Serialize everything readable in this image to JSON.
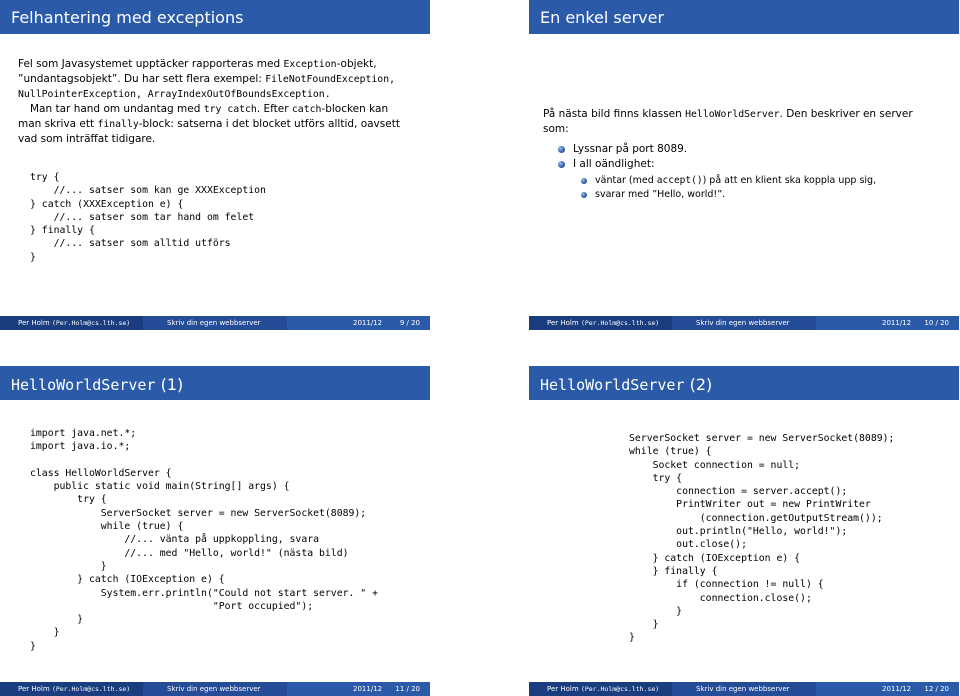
{
  "slide1": {
    "title": "Felhantering med exceptions",
    "para1": [
      {
        "t": "Fel som Javasystemet upptäcker rapporteras med ",
        "m": false
      },
      {
        "t": "Exception",
        "m": true
      },
      {
        "t": "-objekt,",
        "m": false
      }
    ],
    "para2": [
      {
        "t": "”undantagsobjekt”. Du har sett flera exempel: ",
        "m": false
      },
      {
        "t": "FileNotFoundException,",
        "m": true
      }
    ],
    "para3": "NullPointerException, ArrayIndexOutOfBoundsException.",
    "para4": [
      {
        "t": "Man tar hand om undantag med ",
        "m": false
      },
      {
        "t": "try catch",
        "m": true
      },
      {
        "t": ". Efter ",
        "m": false
      },
      {
        "t": "catch",
        "m": true
      },
      {
        "t": "-blocken kan",
        "m": false
      }
    ],
    "para5": [
      {
        "t": "man skriva ett ",
        "m": false
      },
      {
        "t": "finally",
        "m": true
      },
      {
        "t": "-block: satserna i det blocket utförs alltid, oavsett",
        "m": false
      }
    ],
    "para6": "vad som inträffat tidigare.",
    "code": "try {\n    //... satser som kan ge XXXException\n} catch (XXXException e) {\n    //... satser som tar hand om felet\n} finally {\n    //... satser som alltid utförs\n}",
    "footer": {
      "author": "Per Holm",
      "email": "(Per.Holm@cs.lth.se)",
      "topic": "Skriv din egen webbserver",
      "year": "2011/12",
      "page": "9 / 20"
    }
  },
  "slide2": {
    "title": "En enkel server",
    "intro1": [
      {
        "t": "På nästa bild finns klassen ",
        "m": false
      },
      {
        "t": "HelloWorldServer",
        "m": true
      },
      {
        "t": ". Den beskriver en server",
        "m": false
      }
    ],
    "intro2": "som:",
    "bullet1": "Lyssnar på port 8089.",
    "bullet2": "I all oändlighet:",
    "sub1": [
      {
        "t": "väntar (med ",
        "m": false
      },
      {
        "t": "accept()",
        "m": true
      },
      {
        "t": ") på att en klient ska koppla upp sig,",
        "m": false
      }
    ],
    "sub2": "svarar med ”Hello, world!”.",
    "footer": {
      "author": "Per Holm",
      "email": "(Per.Holm@cs.lth.se)",
      "topic": "Skriv din egen webbserver",
      "year": "2011/12",
      "page": "10 / 20"
    }
  },
  "slide3": {
    "title_code": "HelloWorldServer",
    "title_suffix": " (1)",
    "code": "import java.net.*;\nimport java.io.*;\n\nclass HelloWorldServer {\n    public static void main(String[] args) {\n        try {\n            ServerSocket server = new ServerSocket(8089);\n            while (true) {\n                //... vänta på uppkoppling, svara\n                //... med \"Hello, world!\" (nästa bild)\n            }\n        } catch (IOException e) {\n            System.err.println(\"Could not start server. \" +\n                               \"Port occupied\");\n        }\n    }\n}",
    "footer": {
      "author": "Per Holm",
      "email": "(Per.Holm@cs.lth.se)",
      "topic": "Skriv din egen webbserver",
      "year": "2011/12",
      "page": "11 / 20"
    }
  },
  "slide4": {
    "title_code": "HelloWorldServer",
    "title_suffix": " (2)",
    "code": "ServerSocket server = new ServerSocket(8089);\nwhile (true) {\n    Socket connection = null;\n    try {\n        connection = server.accept();\n        PrintWriter out = new PrintWriter\n            (connection.getOutputStream());\n        out.println(\"Hello, world!\");\n        out.close();\n    } catch (IOException e) {\n    } finally {\n        if (connection != null) {\n            connection.close();\n        }\n    }\n}",
    "footer": {
      "author": "Per Holm",
      "email": "(Per.Holm@cs.lth.se)",
      "topic": "Skriv din egen webbserver",
      "year": "2011/12",
      "page": "12 / 20"
    }
  }
}
